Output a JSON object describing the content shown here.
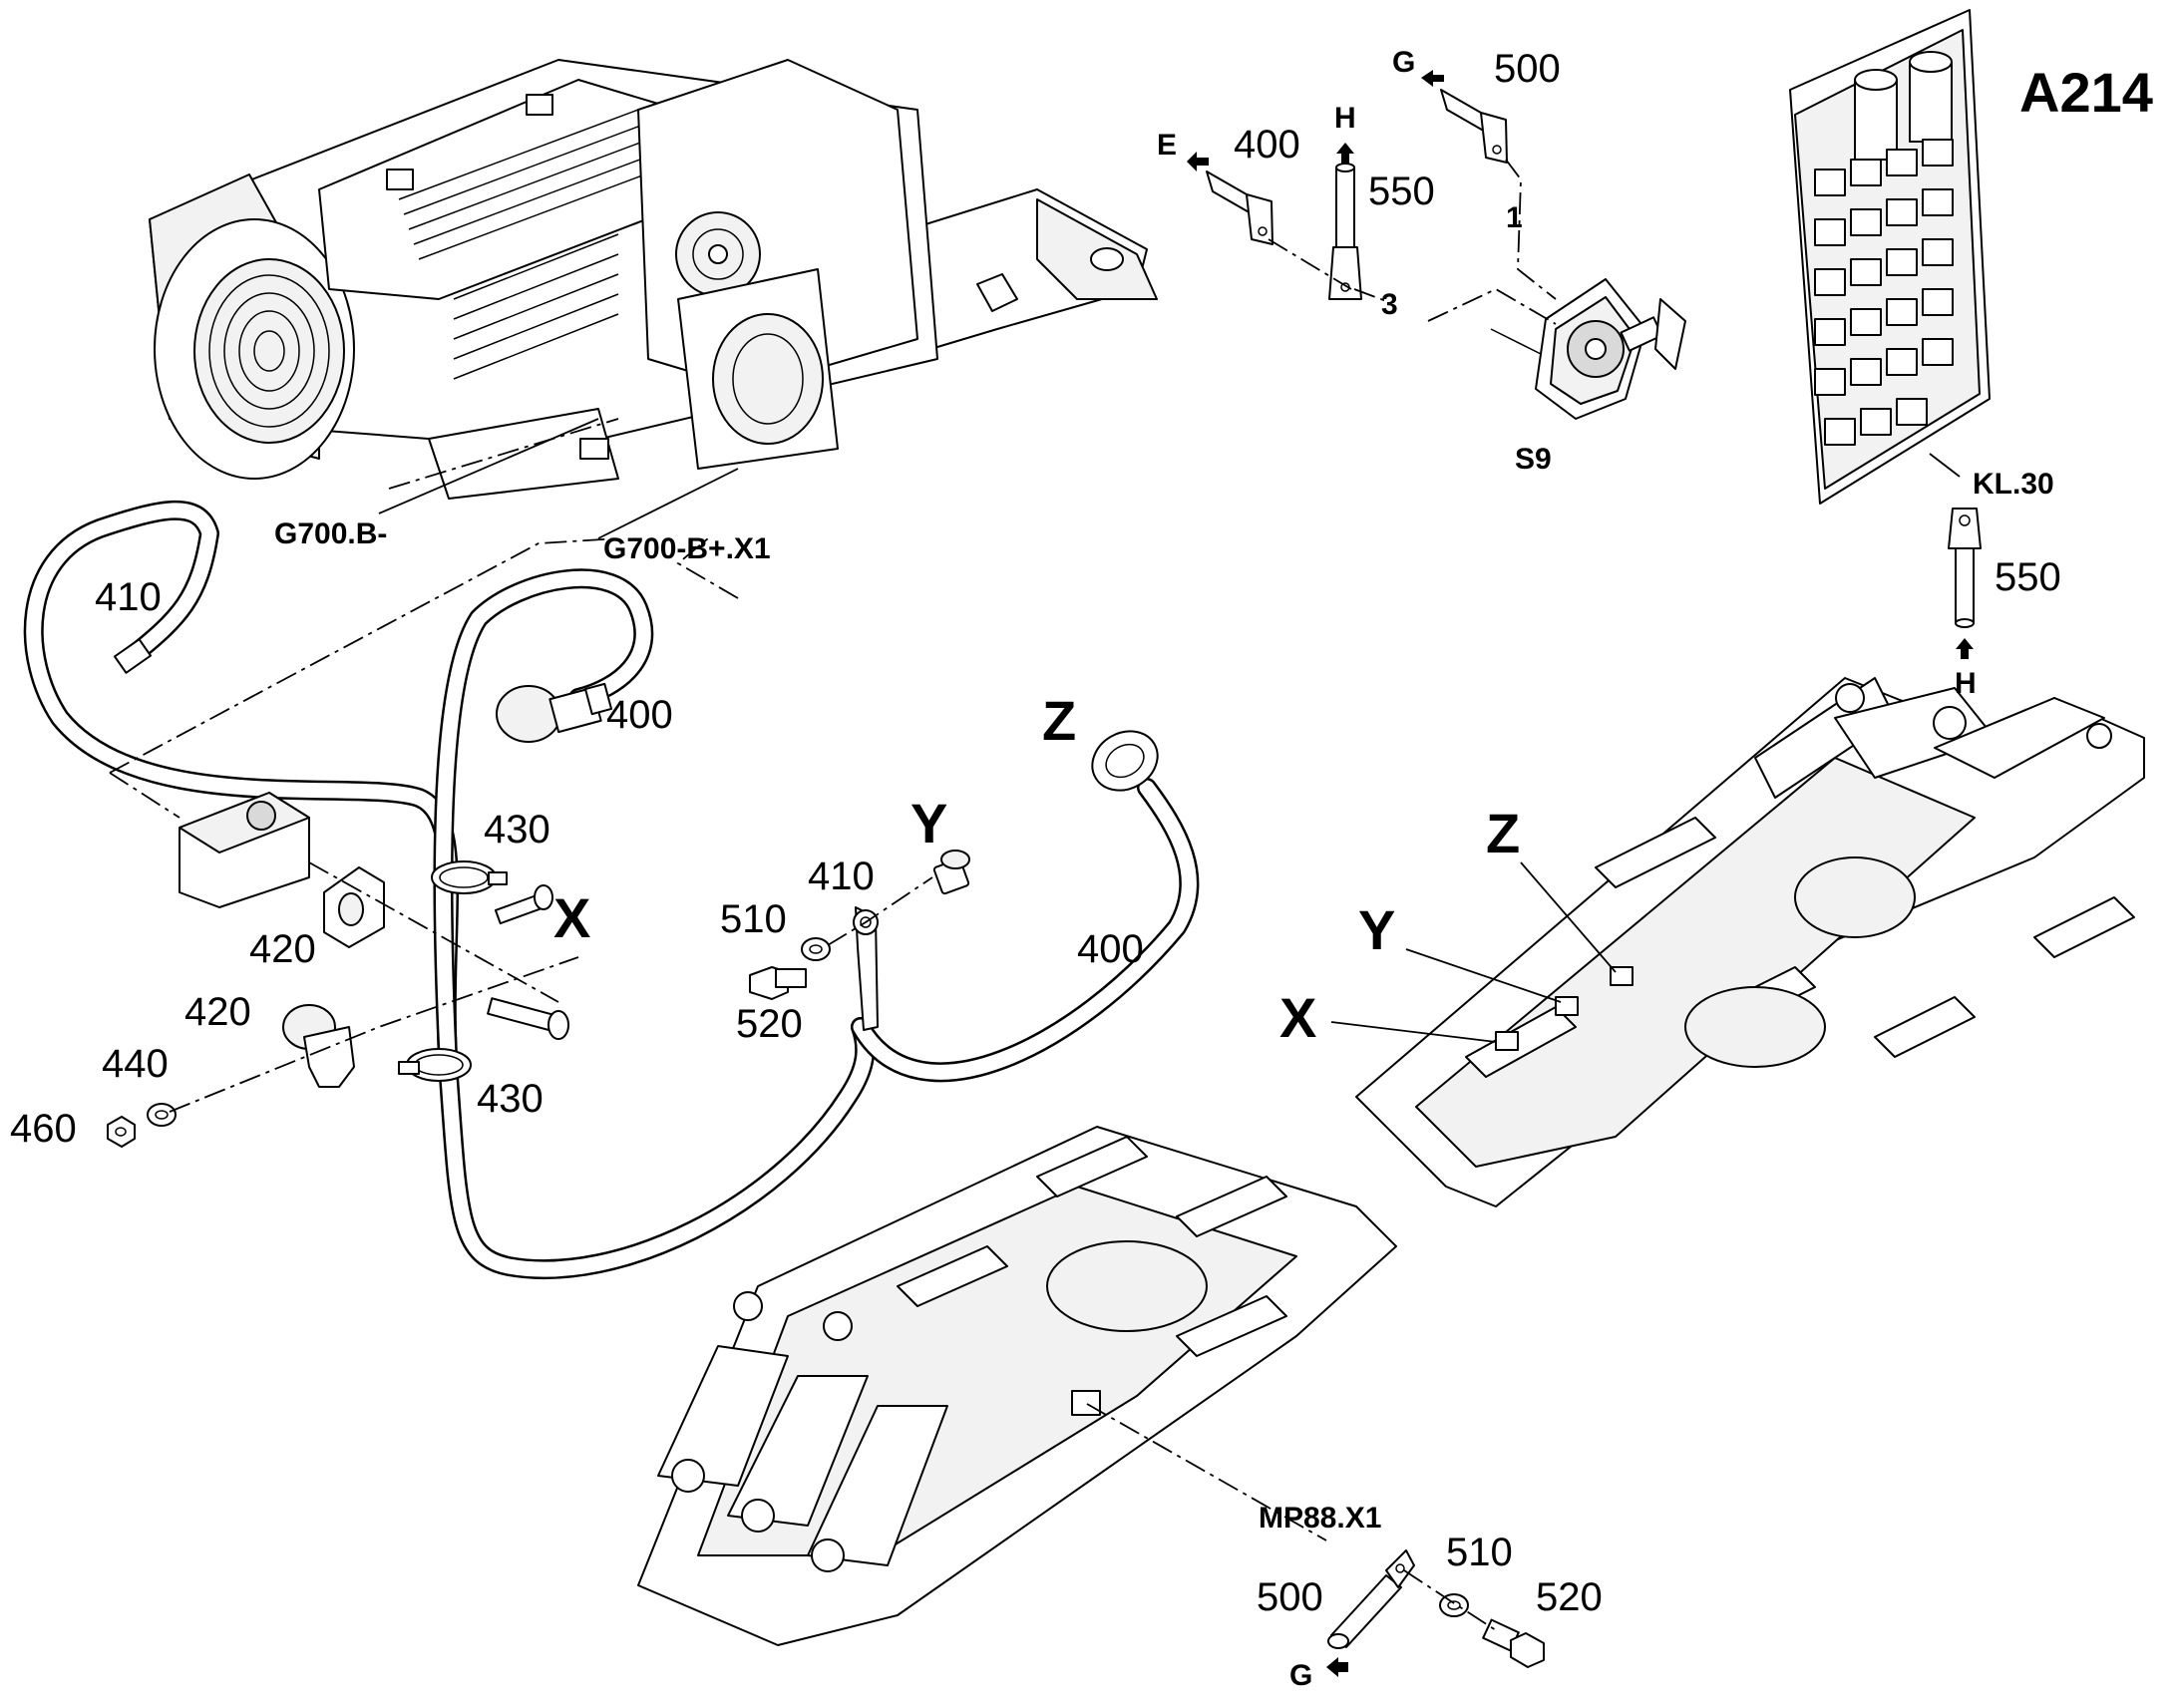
{
  "labels": {
    "a214": "A214",
    "g700_b_minus": "G700.B-",
    "g700_b_plus_x1": "G700-B+.X1",
    "s9": "S9",
    "kl30": "KL.30",
    "mp88_x1": "MP88.X1",
    "x_callout": "X",
    "y_callout": "Y",
    "z_callout": "Z",
    "x_frame": "X",
    "y_frame": "Y",
    "z_frame": "Z",
    "arrow_e": "E",
    "arrow_g_top": "G",
    "arrow_h_top": "H",
    "arrow_h_right": "H",
    "arrow_g_bottom": "G",
    "wire_1": "1",
    "wire_3": "3"
  },
  "part_numbers": {
    "p400_top": "400",
    "p500_top": "500",
    "p550_top": "550",
    "p550_right": "550",
    "p410_left": "410",
    "p400_mid": "400",
    "p430_upper": "430",
    "p420_upper": "420",
    "p420_lower": "420",
    "p440": "440",
    "p460": "460",
    "p430_lower": "430",
    "p410_mid": "410",
    "p510_mid": "510",
    "p520_mid": "520",
    "p400_long": "400",
    "p500_bottom": "500",
    "p510_bottom": "510",
    "p520_bottom": "520"
  }
}
